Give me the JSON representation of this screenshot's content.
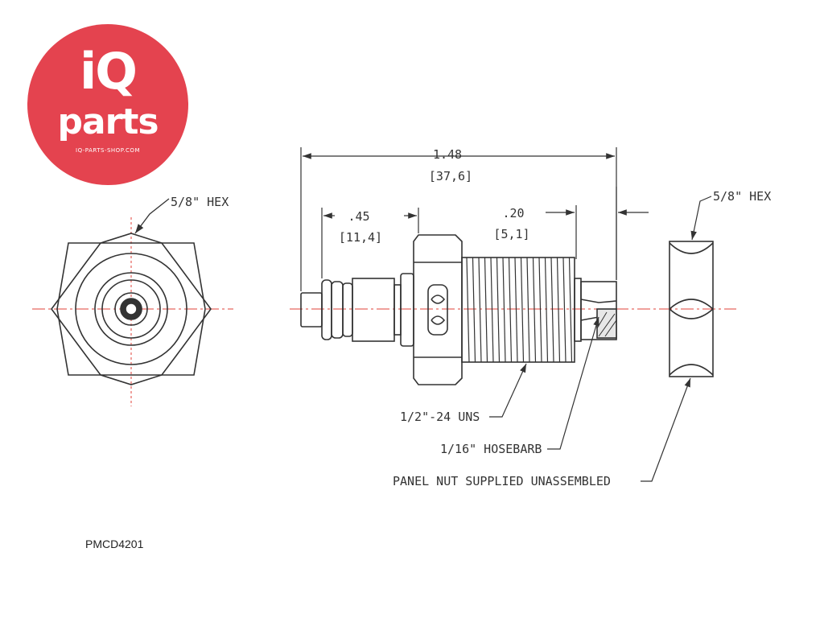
{
  "logo": {
    "line1": "iQ",
    "line2": "parts",
    "line3": "IQ-PARTS-SHOP.COM",
    "color": "#e4434f"
  },
  "dimensions": {
    "overall_in": "1.48",
    "overall_mm": "[37,6]",
    "left_in": ".45",
    "left_mm": "[11,4]",
    "right_in": ".20",
    "right_mm": "[5,1]"
  },
  "callouts": {
    "hex_left": "5/8\" HEX",
    "hex_right": "5/8\" HEX",
    "thread": "1/2\"-24 UNS",
    "hosebarb": "1/16\" HOSEBARB",
    "panel_nut": "PANEL NUT SUPPLIED UNASSEMBLED"
  },
  "product_code": "PMCD4201",
  "colors": {
    "line": "#333333",
    "centerline": "#e0403a"
  }
}
